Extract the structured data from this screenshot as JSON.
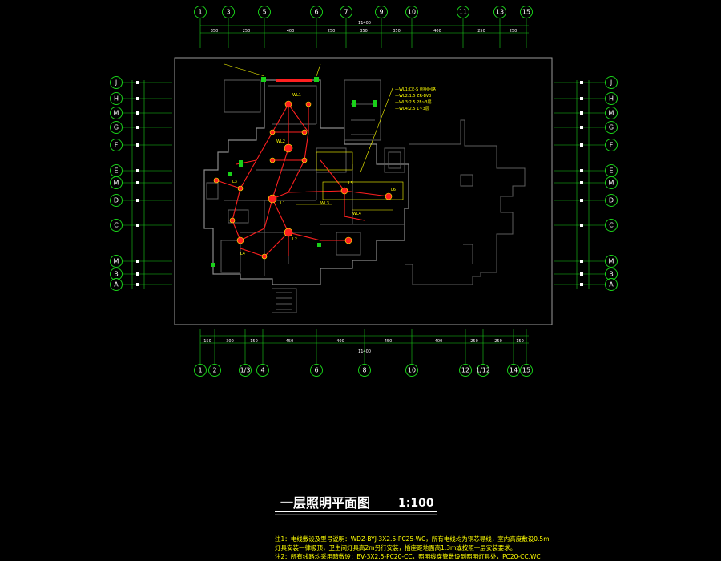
{
  "grid": {
    "top": [
      "1",
      "3",
      "5",
      "6",
      "7",
      "9",
      "10",
      "11",
      "13",
      "15"
    ],
    "bottom": [
      "1",
      "2",
      "1/3",
      "4",
      "6",
      "8",
      "10",
      "12",
      "1/12",
      "14",
      "15"
    ],
    "left": [
      "J",
      "H",
      "M",
      "G",
      "F",
      "E",
      "M",
      "D",
      "C",
      "M",
      "B",
      "A"
    ],
    "right": [
      "J",
      "H",
      "M",
      "G",
      "F",
      "E",
      "M",
      "D",
      "C",
      "M",
      "B",
      "A"
    ]
  },
  "dimensions": {
    "top_segments": [
      "350",
      "250",
      "400",
      "250",
      "350",
      "350",
      "400",
      "250",
      "250"
    ],
    "top_total": "11400",
    "bottom_segments": [
      "150",
      "300",
      "150",
      "450",
      "400",
      "450",
      "400",
      "250",
      "250",
      "150"
    ],
    "bottom_total": "11400"
  },
  "fixture_labels": [
    "WL1",
    "WL2",
    "WL3",
    "WL4",
    "L1",
    "L2",
    "L3",
    "L4",
    "L5",
    "L6"
  ],
  "legend": {
    "lines": [
      "—WL1:CE-S   照明回路",
      "—WL2:1.5   ZR-BV3",
      "—WL3:2.5   2F~3层",
      "—WL4:2.5   1~3层"
    ]
  },
  "title": {
    "text": "一层照明平面图",
    "scale": "1:100"
  },
  "notes": [
    "注1：电线敷设及型号说明：WDZ-BYJ-3X2.5-PC25-WC，所有电线均为铜芯导线，室内高度敷设0.5m",
    "    灯具安装一律吸顶，卫生间灯具高2m另行安装，插座距地面高1.3m或按照一层安装要求。",
    "注2：所有线路均采用暗敷设：BV-3X2.5-PC20-CC，照明线穿管敷设到照明灯具处，PC20-CC.WC"
  ],
  "colors": {
    "grid": "#19d119",
    "wire": "#ff2020",
    "annotation": "#ffff00",
    "wall": "#8a8a8a"
  }
}
